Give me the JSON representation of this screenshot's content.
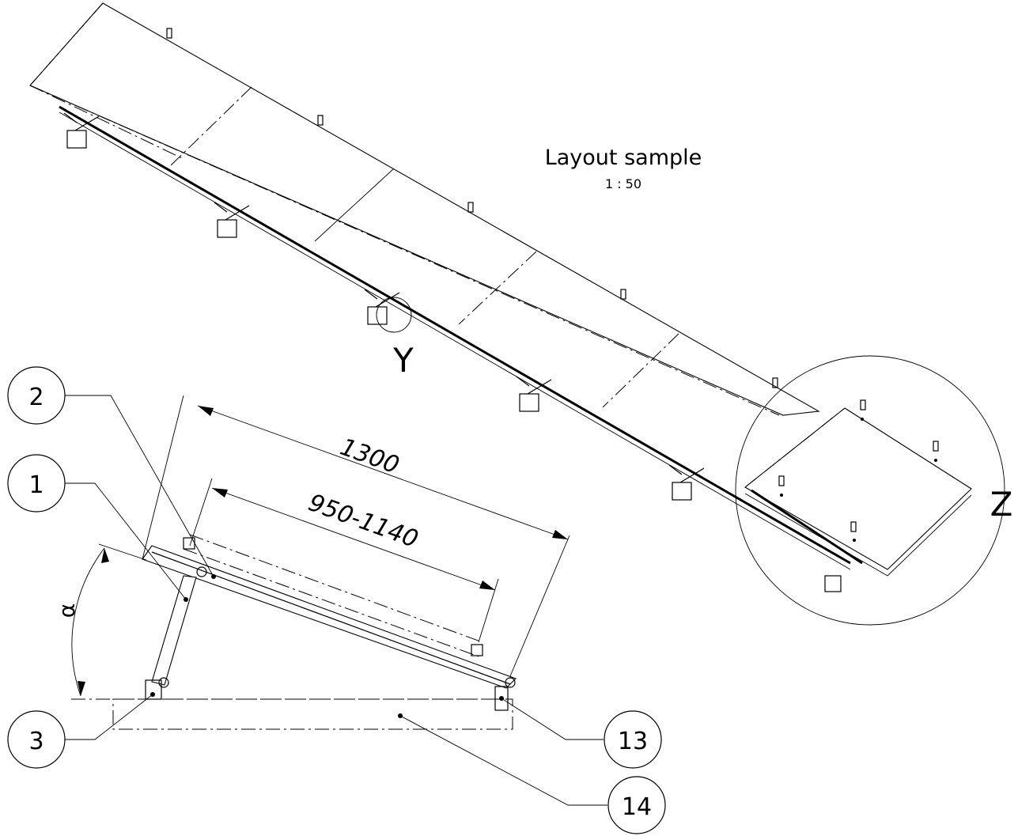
{
  "title": "Layout sample",
  "scale": "1 : 50",
  "view_labels": {
    "detail_y": "Y",
    "detail_z": "Z"
  },
  "dimensions": {
    "overall": "1300",
    "rail_spacing": "950-1140",
    "angle": "α"
  },
  "callouts": [
    "2",
    "1",
    "3",
    "13",
    "14"
  ]
}
